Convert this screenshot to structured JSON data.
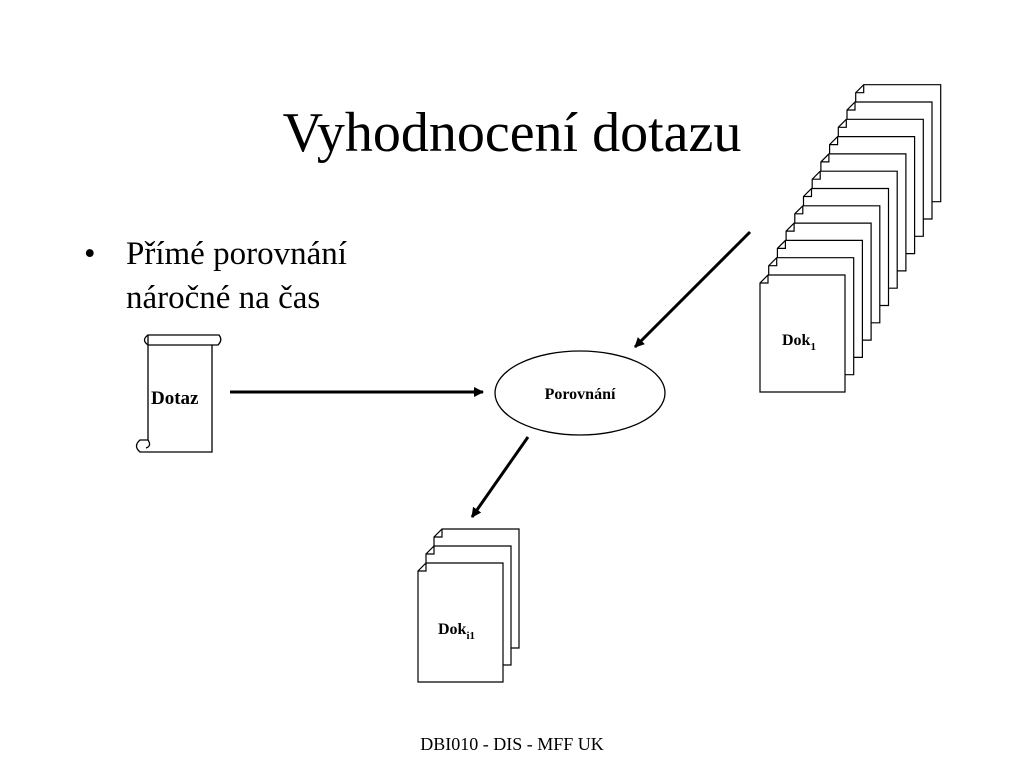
{
  "slide": {
    "title": "Vyhodnocení dotazu",
    "bullet": {
      "symbol": "•",
      "text": "Přímé porovnání náročné na čas"
    },
    "footer": "DBI010 - DIS - MFF UK"
  },
  "diagram": {
    "query_label": "Dotaz",
    "compare_label": "Porovnání",
    "collection_doc_label": "Dok",
    "collection_doc_subscript": "1",
    "result_doc_label": "Dok",
    "result_doc_subscript": "i1",
    "stroke_color": "#000000",
    "fill_color": "#ffffff"
  }
}
